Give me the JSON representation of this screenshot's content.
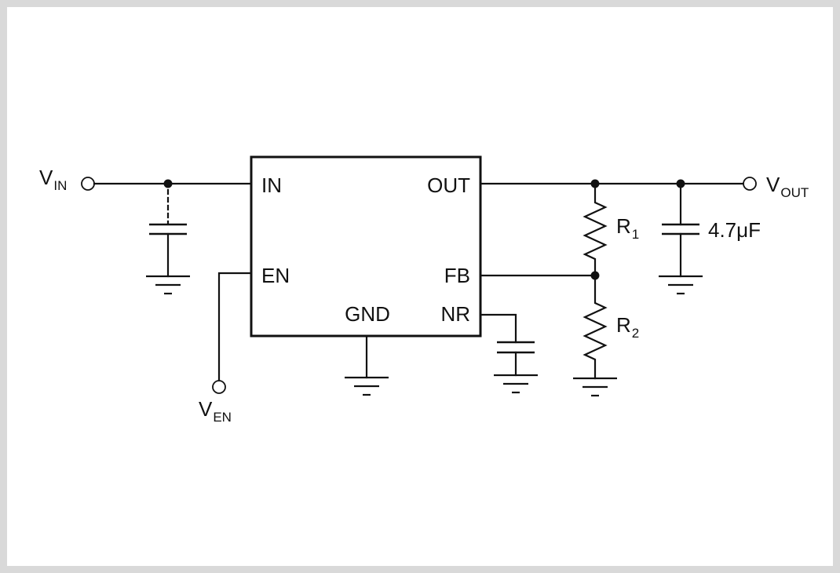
{
  "pins": {
    "in": "IN",
    "out": "OUT",
    "en": "EN",
    "fb": "FB",
    "gnd": "GND",
    "nr": "NR"
  },
  "nets": {
    "vin": {
      "main": "V",
      "sub": "IN"
    },
    "vout": {
      "main": "V",
      "sub": "OUT"
    },
    "ven": {
      "main": "V",
      "sub": "EN"
    }
  },
  "components": {
    "r1": {
      "main": "R",
      "sub": "1"
    },
    "r2": {
      "main": "R",
      "sub": "2"
    },
    "cout": {
      "value": "4.7μF"
    }
  }
}
